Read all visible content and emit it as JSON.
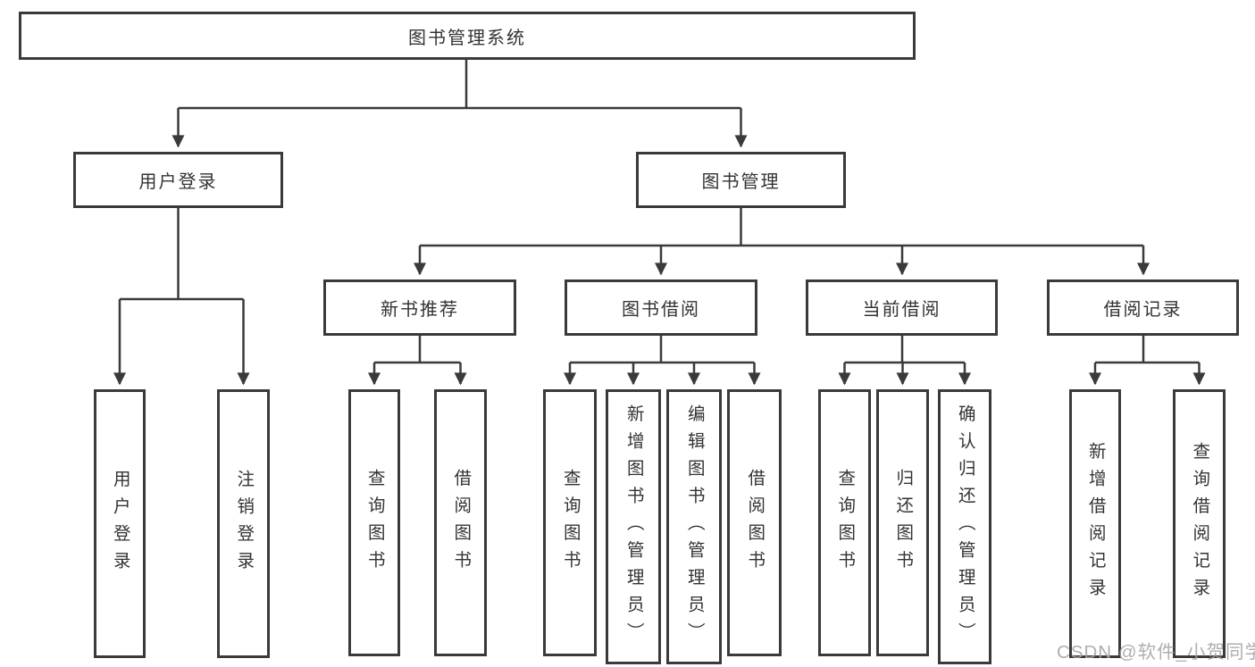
{
  "diagram": {
    "root": {
      "label": "图书管理系统"
    },
    "level2": [
      {
        "label": "用户登录"
      },
      {
        "label": "图书管理"
      }
    ],
    "level3": [
      {
        "label": "新书推荐"
      },
      {
        "label": "图书借阅"
      },
      {
        "label": "当前借阅"
      },
      {
        "label": "借阅记录"
      }
    ],
    "leaves": {
      "user_login": [
        "用户登录",
        "注销登录"
      ],
      "new_book": [
        "查询图书",
        "借阅图书"
      ],
      "book_borrow": [
        "查询图书",
        "新增图书（管理员）",
        "编辑图书（管理员）",
        "借阅图书"
      ],
      "current_borrow": [
        "查询图书",
        "归还图书",
        "确认归还（管理员）"
      ],
      "borrow_record": [
        "新增借阅记录",
        "查询借阅记录"
      ]
    },
    "watermark": "CSDN @软件_小贺同学",
    "colors": {
      "line": "#3a3a3a",
      "text": "#333333",
      "watermark": "#a6a6a6",
      "background": "#ffffff"
    }
  }
}
